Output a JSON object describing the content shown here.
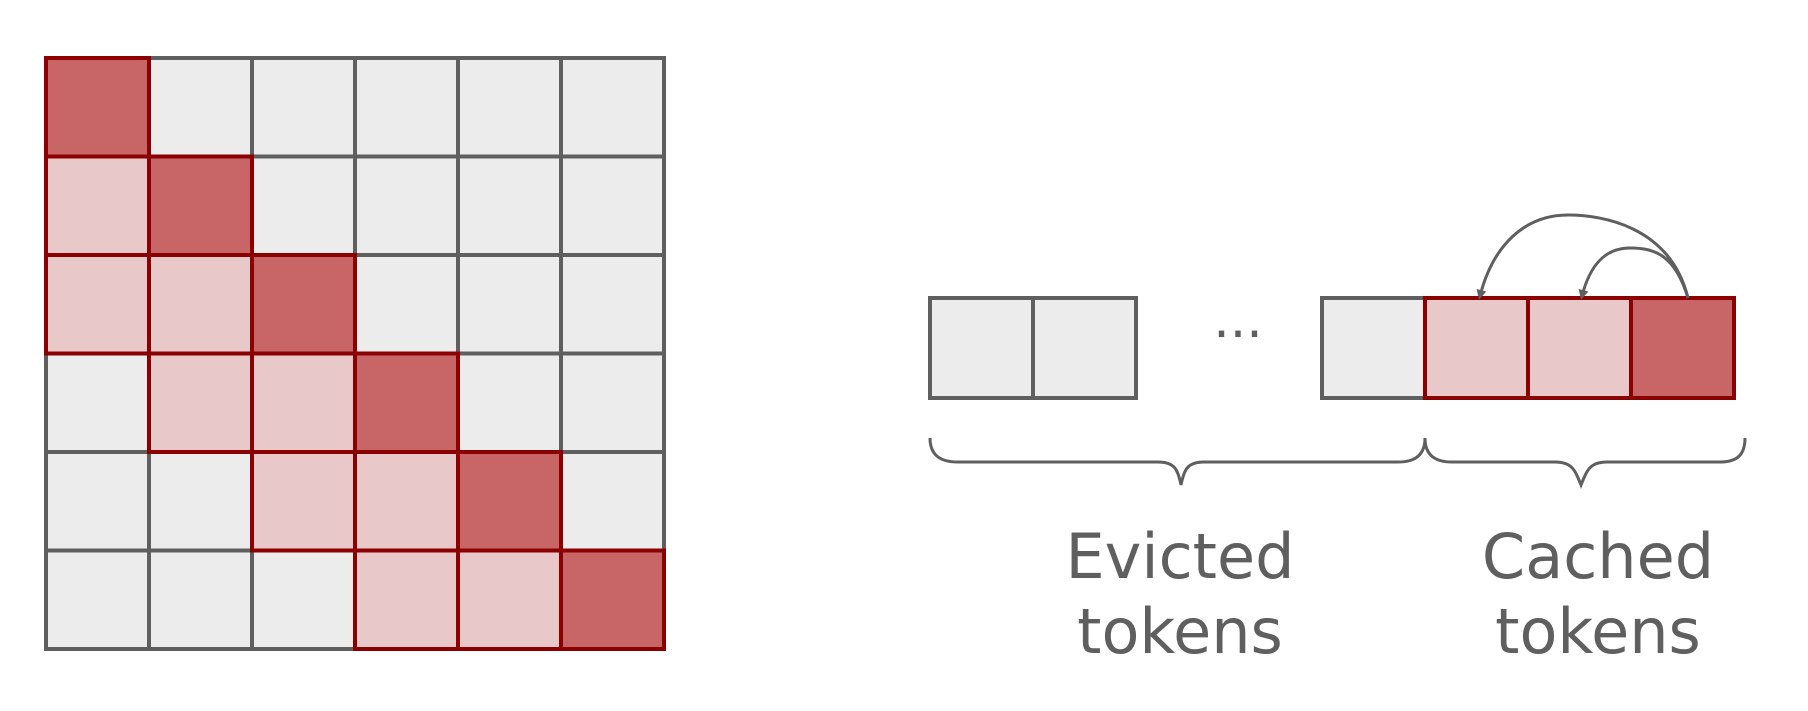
{
  "colors": {
    "background": "#ffffff",
    "empty_fill": "#ececec",
    "grid_stroke": "#5f5f5f",
    "attended_fill": "#e9c8c9",
    "current_fill": "#c86667",
    "highlight_stroke": "#8b0000",
    "text": "#5f5f5f"
  },
  "attention_matrix": {
    "size": 6,
    "window": 3,
    "rows": [
      [
        "current",
        "empty",
        "empty",
        "empty",
        "empty",
        "empty"
      ],
      [
        "attended",
        "current",
        "empty",
        "empty",
        "empty",
        "empty"
      ],
      [
        "attended",
        "attended",
        "current",
        "empty",
        "empty",
        "empty"
      ],
      [
        "empty",
        "attended",
        "attended",
        "current",
        "empty",
        "empty"
      ],
      [
        "empty",
        "empty",
        "attended",
        "attended",
        "current",
        "empty"
      ],
      [
        "empty",
        "empty",
        "empty",
        "attended",
        "attended",
        "current"
      ]
    ]
  },
  "kv_cache": {
    "evicted_cells": [
      "empty",
      "empty"
    ],
    "ellipsis": "···",
    "gap_cell": "empty",
    "cached_cells": [
      "attended",
      "attended",
      "current"
    ],
    "arrows": "current token attends to cached tokens",
    "labels": {
      "evicted_line1": "Evicted",
      "evicted_line2": "tokens",
      "cached_line1": "Cached",
      "cached_line2": "tokens"
    }
  }
}
